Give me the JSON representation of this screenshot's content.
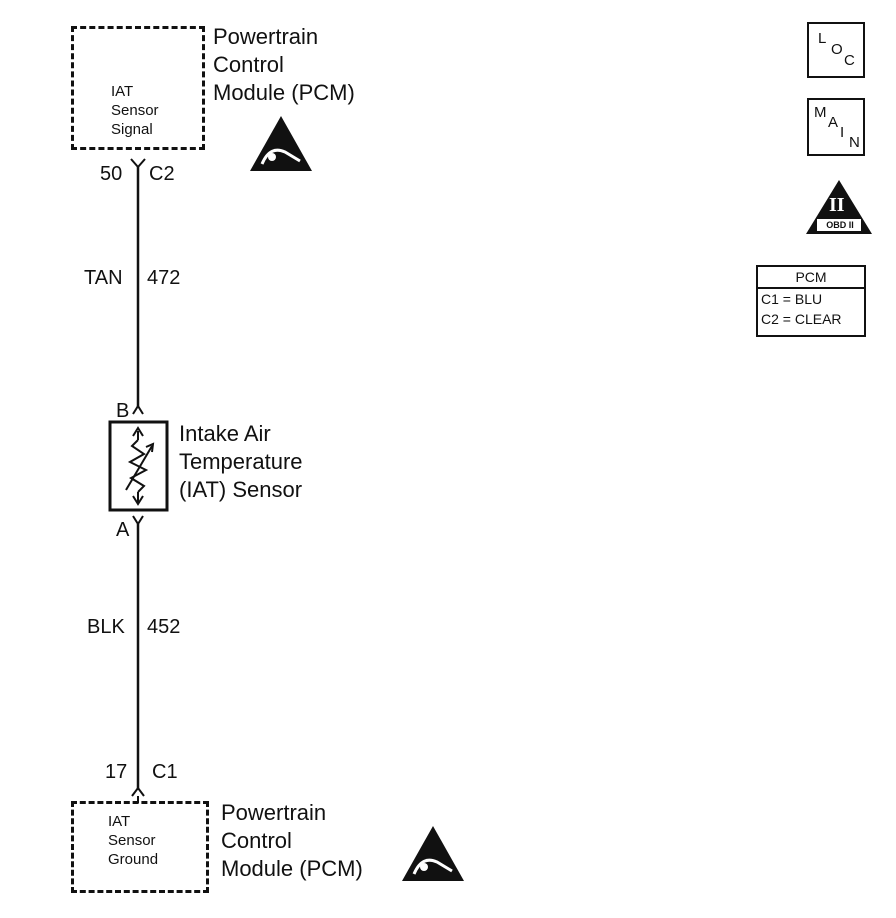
{
  "top_module": {
    "box_lines": [
      "IAT",
      "Sensor",
      "Signal"
    ],
    "label_lines": [
      "Powertrain",
      "Control",
      "Module (PCM)"
    ],
    "pin": "50",
    "connector": "C2"
  },
  "wire_top": {
    "color": "TAN",
    "circuit": "472"
  },
  "sensor": {
    "pin_top": "B",
    "pin_bottom": "A",
    "label_lines": [
      "Intake Air",
      "Temperature",
      "(IAT) Sensor"
    ]
  },
  "wire_bottom": {
    "color": "BLK",
    "circuit": "452"
  },
  "bottom_module": {
    "box_lines": [
      "IAT",
      "Sensor",
      "Ground"
    ],
    "label_lines": [
      "Powertrain",
      "Control",
      "Module (PCM)"
    ],
    "pin": "17",
    "connector": "C1"
  },
  "icons": {
    "loc": [
      "L",
      "O",
      "C"
    ],
    "main": [
      "M",
      "A",
      "I",
      "N"
    ],
    "obd": "OBD II",
    "obd_numeral": "II"
  },
  "pcm_table": {
    "header": "PCM",
    "rows": [
      "C1 = BLU",
      "C2 = CLEAR"
    ]
  }
}
